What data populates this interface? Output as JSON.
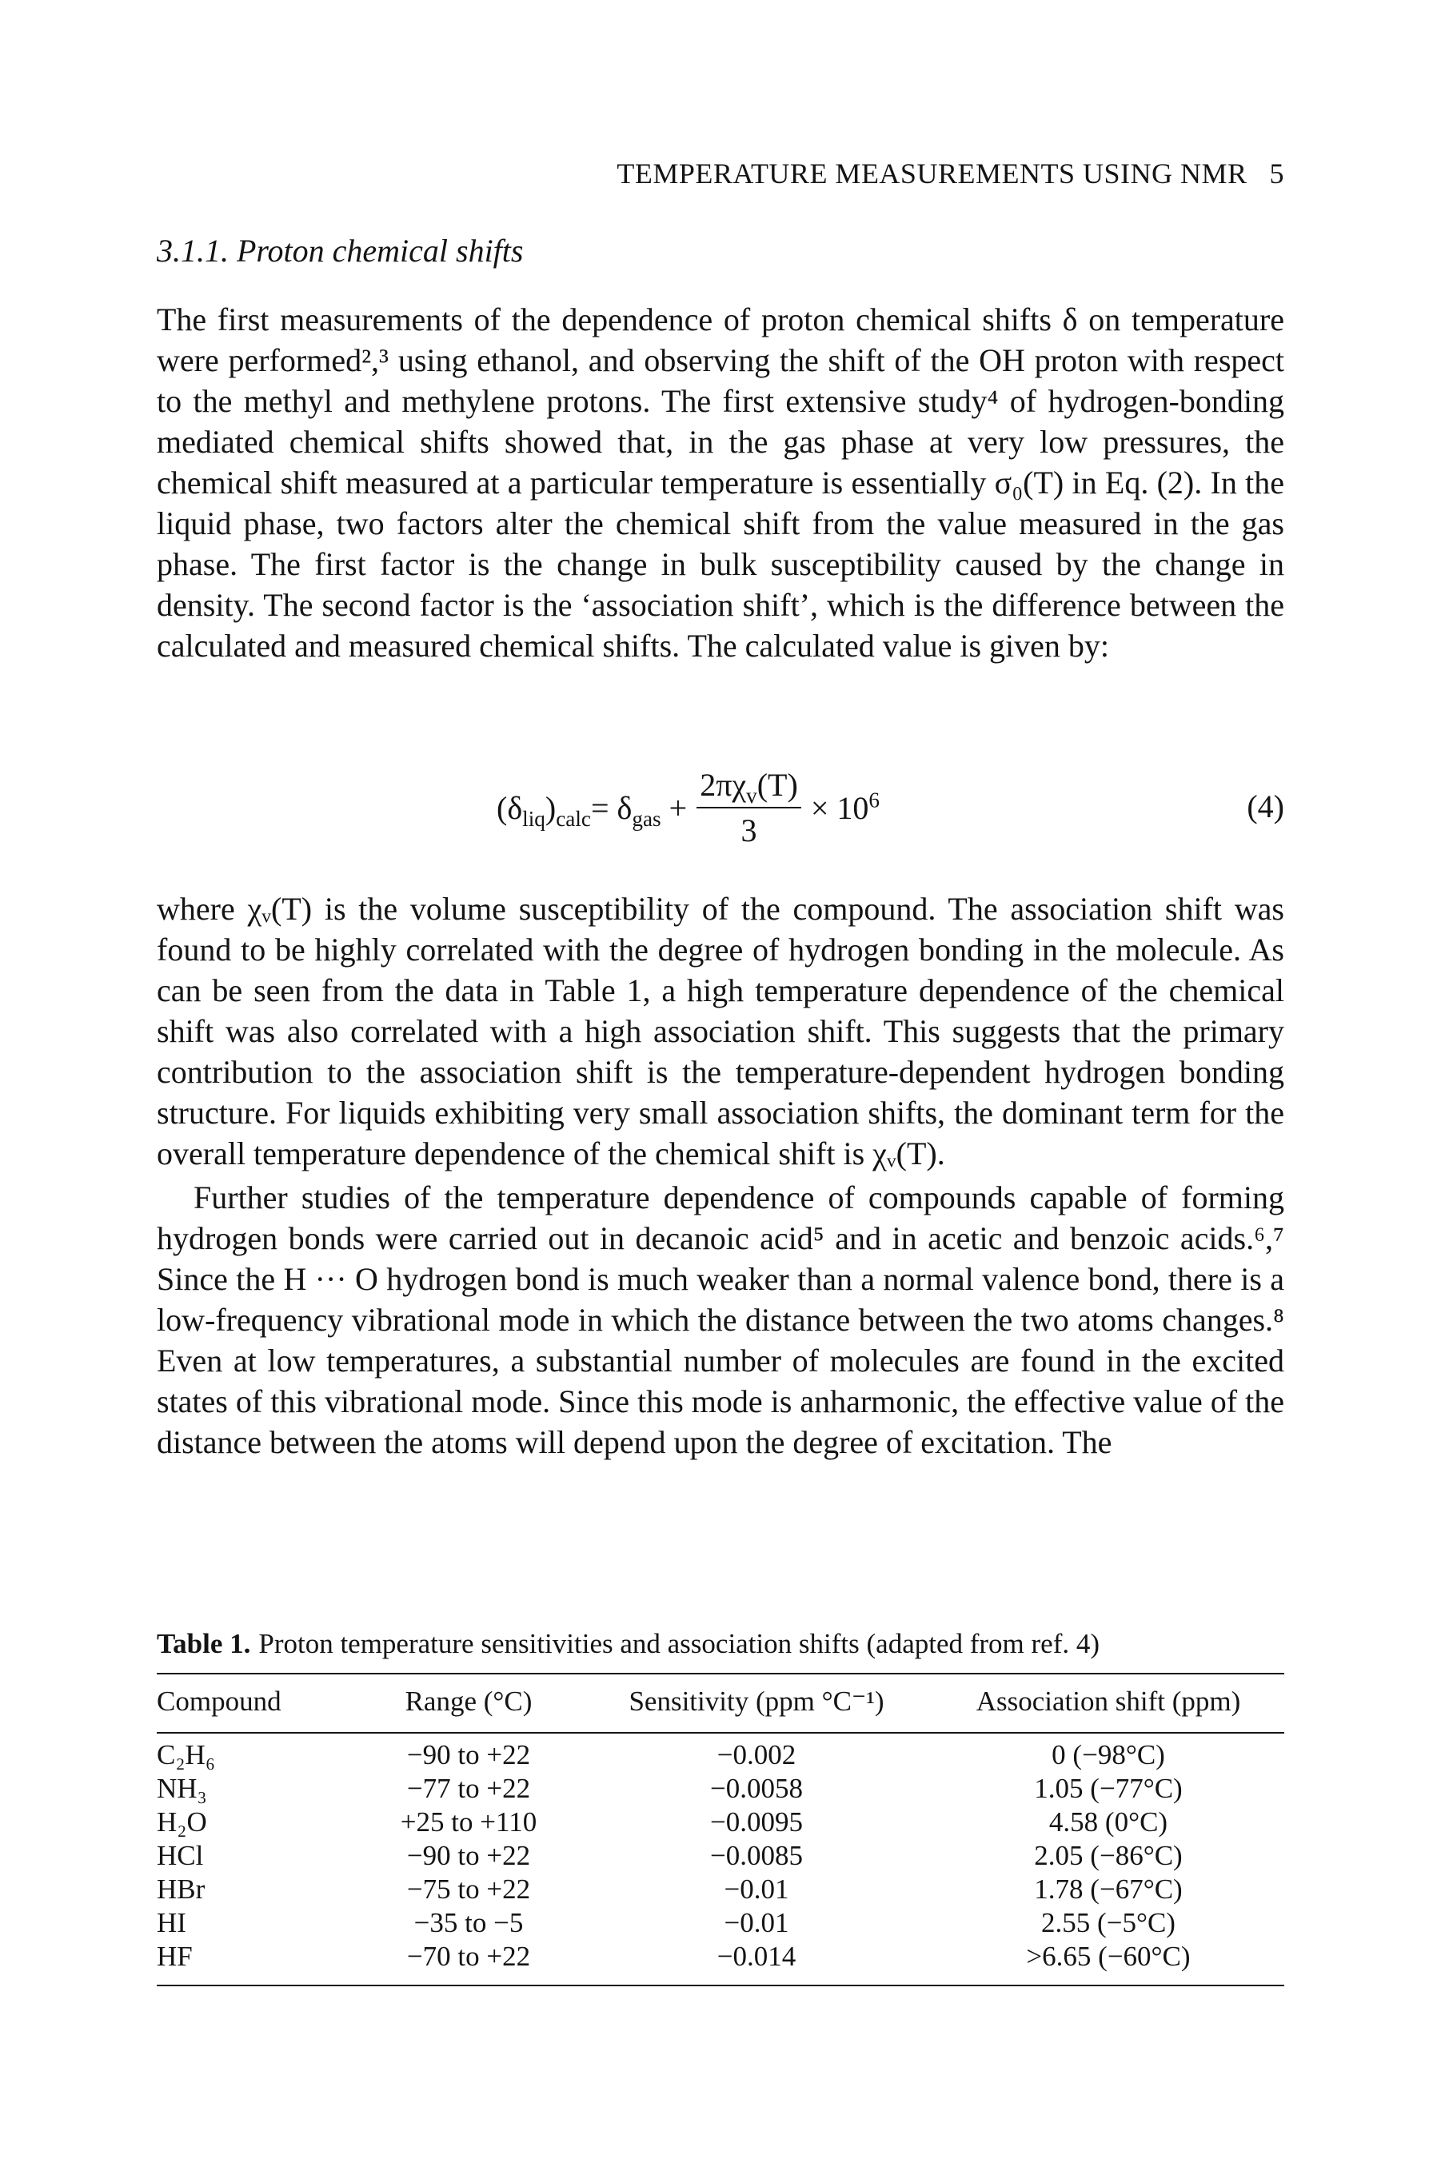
{
  "running_head": {
    "title": "TEMPERATURE MEASUREMENTS USING NMR",
    "page_number": "5"
  },
  "section": {
    "number": "3.1.1.",
    "title": "Proton chemical shifts"
  },
  "paragraphs": {
    "p1": "The first measurements of the dependence of proton chemical shifts δ on temperature were performed²,³ using ethanol, and observing the shift of the OH proton with respect to the methyl and methylene protons. The first extensive study⁴ of hydrogen-bonding mediated chemical shifts showed that, in the gas phase at very low pressures, the chemical shift measured at a particular temperature is essentially σ₀(T) in Eq. (2). In the liquid phase, two factors alter the chemical shift from the value measured in the gas phase. The first factor is the change in bulk susceptibility caused by the change in density. The second factor is the ‘association shift’, which is the difference between the calculated and measured chemical shifts. The calculated value is given by:",
    "p2": "where χᵥ(T) is the volume susceptibility of the compound. The association shift was found to be highly correlated with the degree of hydrogen bonding in the molecule. As can be seen from the data in Table 1, a high temperature dependence of the chemical shift was also correlated with a high association shift. This suggests that the primary contribution to the association shift is the temperature-dependent hydrogen bonding structure. For liquids exhibiting very small association shifts, the dominant term for the overall temperature dependence of the chemical shift is χᵥ(T).",
    "p3": "Further studies of the temperature dependence of compounds capable of forming hydrogen bonds were carried out in decanoic acid⁵ and in acetic and benzoic acids.⁶,⁷ Since the H ··· O hydrogen bond is much weaker than a normal valence bond, there is a low-frequency vibrational mode in which the distance between the two atoms changes.⁸ Even at low temperatures, a substantial number of molecules are found in the excited states of this vibrational mode. Since this mode is anharmonic, the effective value of the distance between the atoms will depend upon the degree of excitation. The"
  },
  "equation": {
    "lhs": "(δ",
    "lhs_sub1": "liq",
    "lhs_close": ")",
    "lhs_sub2": "calc",
    "equals": " = δ",
    "gas_sub": "gas",
    "plus": " +",
    "numerator": "2πχ",
    "numerator_sub": "v",
    "numerator_tail": "(T)",
    "denominator": "3",
    "times": "× 10",
    "exponent": "6",
    "number": "(4)"
  },
  "table": {
    "label": "Table 1.",
    "caption": "Proton temperature sensitivities and association shifts (adapted from ref. 4)",
    "headers": {
      "compound": "Compound",
      "range": "Range (°C)",
      "sensitivity": "Sensitivity (ppm °C⁻¹)",
      "association": "Association shift (ppm)"
    },
    "rows": [
      {
        "compound": "C₂H₆",
        "range": "−90 to +22",
        "sensitivity": "−0.002",
        "association": "0 (−98°C)"
      },
      {
        "compound": "NH₃",
        "range": "−77 to +22",
        "sensitivity": "−0.0058",
        "association": "1.05 (−77°C)"
      },
      {
        "compound": "H₂O",
        "range": "+25 to +110",
        "sensitivity": "−0.0095",
        "association": "4.58 (0°C)"
      },
      {
        "compound": "HCl",
        "range": "−90 to +22",
        "sensitivity": "−0.0085",
        "association": "2.05 (−86°C)"
      },
      {
        "compound": "HBr",
        "range": "−75 to +22",
        "sensitivity": "−0.01",
        "association": "1.78 (−67°C)"
      },
      {
        "compound": "HI",
        "range": "−35 to −5",
        "sensitivity": "−0.01",
        "association": "2.55 (−5°C)"
      },
      {
        "compound": "HF",
        "range": "−70 to +22",
        "sensitivity": "−0.014",
        "association": ">6.65 (−60°C)"
      }
    ]
  }
}
